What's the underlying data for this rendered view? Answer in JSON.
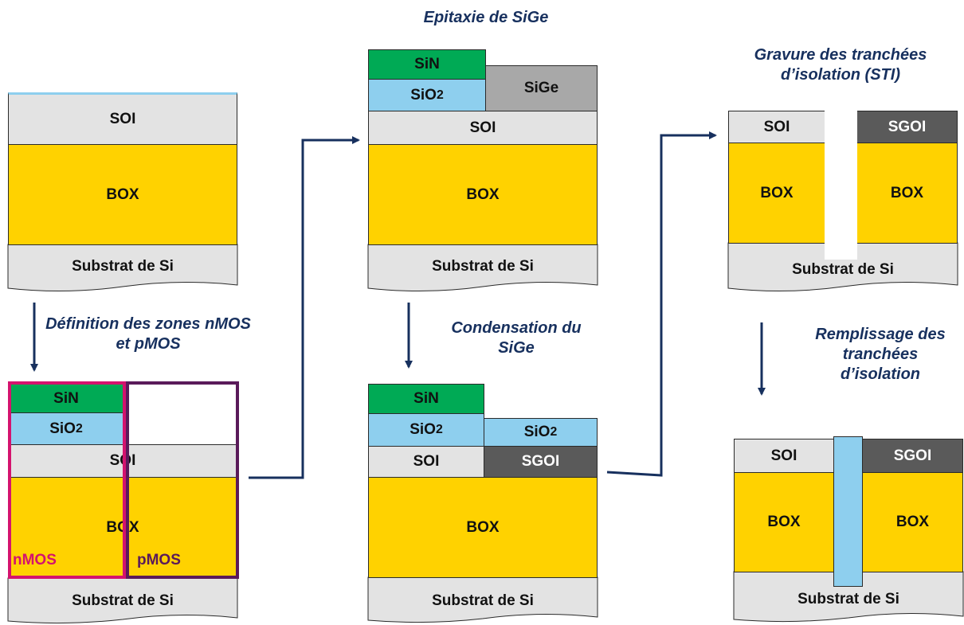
{
  "captions": {
    "epitaxy": "Epitaxie de SiGe",
    "definition": "Définition des zones nMOS et pMOS",
    "condensation": "Condensation du SiGe",
    "sti_etch": "Gravure des tranchées d’isolation (STI)",
    "sti_fill": "Remplissage des tranchées d’isolation"
  },
  "materials": {
    "soi": "SOI",
    "box": "BOX",
    "substrate": "Substrat de Si",
    "sin": "SiN",
    "sio2_base": "SiO",
    "sio2_sub": "2",
    "sige": "SiGe",
    "sgoi": "SGOI"
  },
  "zones": {
    "nmos": "nMOS",
    "pmos": "pMOS"
  },
  "colors": {
    "box": "#ffd200",
    "soi": "#e3e3e3",
    "sin": "#00aa55",
    "sio2": "#8ecfee",
    "sige": "#a8a8a8",
    "sgoi": "#5a5a5a",
    "nmos_outline": "#d4136e",
    "pmos_outline": "#5a1a5a",
    "arrow": "#17305e"
  }
}
